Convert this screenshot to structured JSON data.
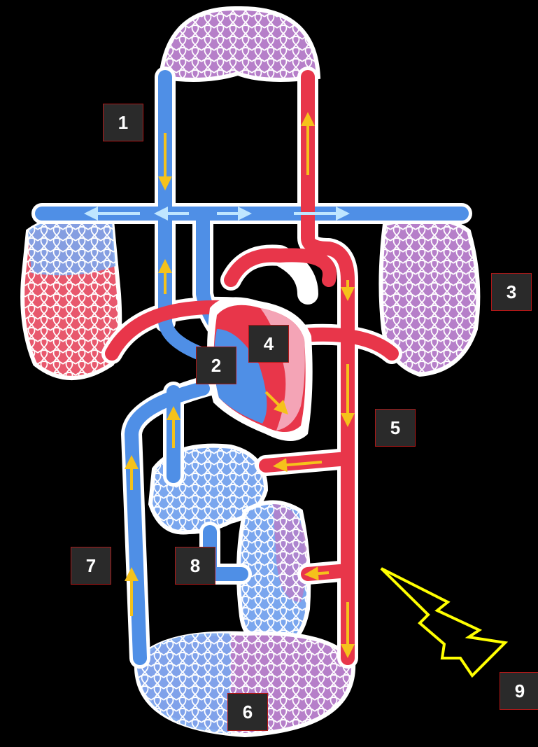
{
  "labels": {
    "l1": "1",
    "l2": "2",
    "l3": "3",
    "l4": "4",
    "l5": "5",
    "l6": "6",
    "l7": "7",
    "l8": "8",
    "l9": "9"
  },
  "colors": {
    "background": "#000000",
    "oxygenated": "#e8364a",
    "deoxygenated": "#4f8fe6",
    "flow_arrow": "#f5c21b",
    "lightning": "#ffff00",
    "label_box": "#2a2a2a",
    "label_border": "#b01818"
  }
}
